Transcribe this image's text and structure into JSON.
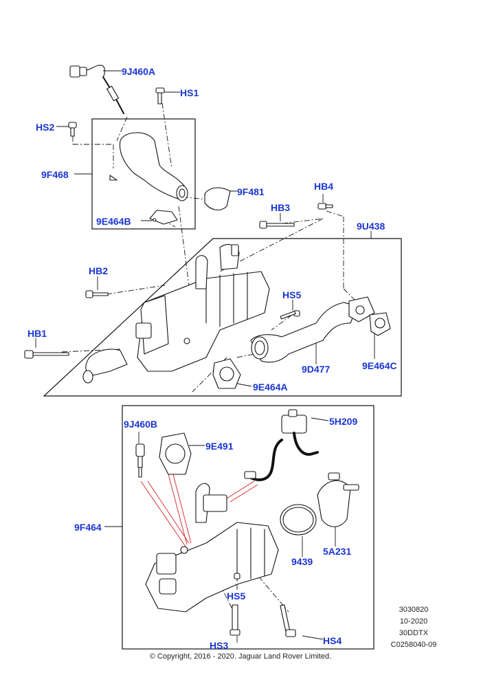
{
  "labels": {
    "l_9J460A": "9J460A",
    "l_HS1": "HS1",
    "l_HS2": "HS2",
    "l_9F468": "9F468",
    "l_9F481": "9F481",
    "l_HB4": "HB4",
    "l_HB3": "HB3",
    "l_9U438": "9U438",
    "l_9E464B": "9E464B",
    "l_HB2": "HB2",
    "l_HS5_top": "HS5",
    "l_HB1": "HB1",
    "l_9D477": "9D477",
    "l_9E464C": "9E464C",
    "l_9E464A": "9E464A",
    "l_9J460B": "9J460B",
    "l_5H209": "5H209",
    "l_9E491": "9E491",
    "l_9F464": "9F464",
    "l_9439": "9439",
    "l_5A231": "5A231",
    "l_HS5_bot": "HS5",
    "l_HS3": "HS3",
    "l_HS4": "HS4"
  },
  "meta": {
    "code1": "3030820",
    "code2": "10-2020",
    "code3": "30DDTX",
    "code4": "C0258040-09"
  },
  "copyright": "© Copyright, 2016 - 2020. Jaguar Land Rover Limited.",
  "colors": {
    "label": "#1a35d4",
    "line": "#111111",
    "leader_red": "#d42020"
  }
}
